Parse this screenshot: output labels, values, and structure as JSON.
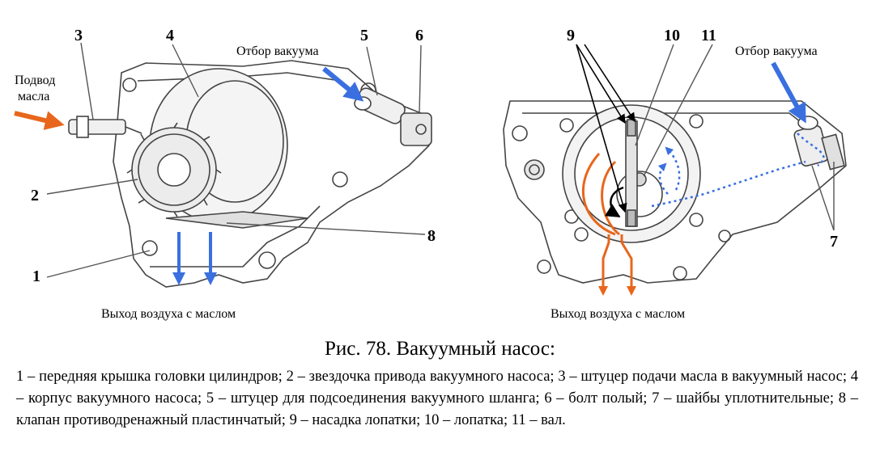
{
  "left_view": {
    "oil_inlet_label_line1": "Подвод",
    "oil_inlet_label_line2": "масла",
    "vacuum_takeoff_label": "Отбор вакуума",
    "air_oil_outlet_label": "Выход воздуха с маслом",
    "callouts": [
      "3",
      "4",
      "5",
      "6",
      "2",
      "8",
      "1"
    ]
  },
  "right_view": {
    "vacuum_takeoff_label": "Отбор вакуума",
    "air_oil_outlet_label": "Выход воздуха с маслом",
    "callouts": [
      "9",
      "10",
      "11",
      "7"
    ]
  },
  "figure": {
    "caption": "Рис. 78. Вакуумный насос:",
    "legend": "1 – передняя крышка головки цилиндров; 2 – звездочка привода вакуумного насоса; 3 – штуцер подачи масла в вакуумный насос; 4 – корпус вакуумного насоса; 5 – штуцер для подсоединения вакуумного шланга; 6 – болт полый; 7 – шайбы уплотнительные; 8 – клапан противодренажный пластинчатый; 9 – насадка лопатки; 10 – лопатка; 11 – вал."
  },
  "colors": {
    "oil_arrow": "#e8661c",
    "vacuum_arrow": "#3a6fe0",
    "line_art": "#444444",
    "callout_line": "#555555"
  }
}
